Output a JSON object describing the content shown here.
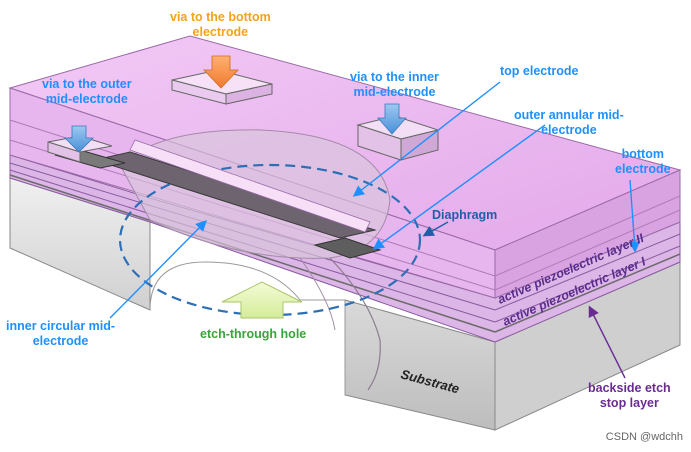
{
  "labels": {
    "via_bottom": "via to the bottom\nelectrode",
    "via_outer": "via to the outer\nmid-electrode",
    "via_inner": "via to the inner\nmid-electrode",
    "top_electrode": "top electrode",
    "outer_annular": "outer annular mid-\nelectrode",
    "bottom_electrode": "bottom\nelectrode",
    "diaphragm": "Diaphragm",
    "active_layer_2": "active piezoelectric layer II",
    "active_layer_1": "active piezoelectric layer I",
    "inner_circular": "inner circular mid-\nelectrode",
    "etch_hole": "etch-through hole",
    "substrate": "Substrate",
    "backside_etch": "backside etch\nstop layer"
  },
  "watermark": "CSDN @wdchh",
  "colors": {
    "label_blue": "#1e90ff",
    "label_orange": "#f4a21c",
    "label_purple": "#6a2c91",
    "label_green": "#3aa33a",
    "piezo_fill": "#e9b8ee",
    "substrate_fill": "#e6e6e6"
  }
}
